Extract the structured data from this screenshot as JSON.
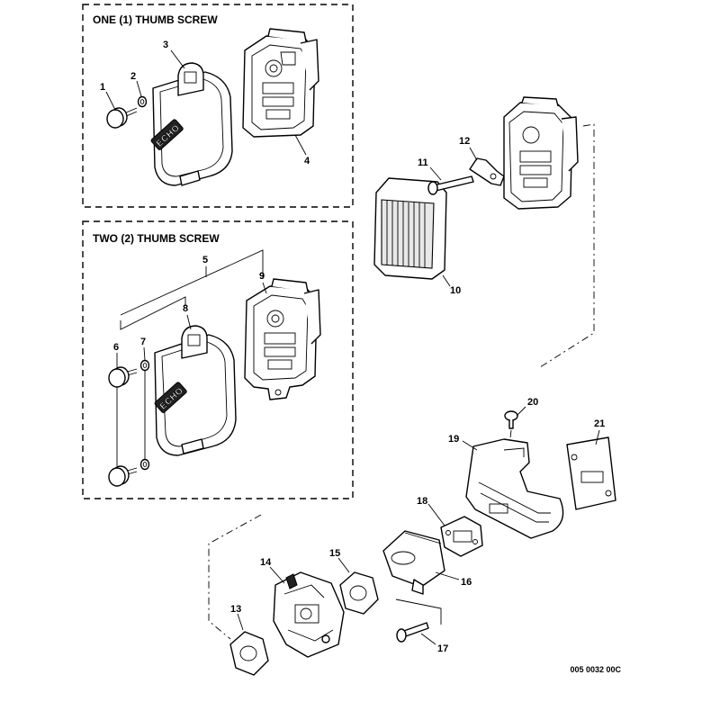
{
  "boxes": {
    "one_screw_title": "ONE (1) THUMB SCREW",
    "two_screw_title": "TWO (2) THUMB SCREW"
  },
  "brand_mark": "ECHO",
  "reference_code": "005 0032 00C",
  "callouts": {
    "c1": "1",
    "c2": "2",
    "c3": "3",
    "c4": "4",
    "c5": "5",
    "c6": "6",
    "c7": "7",
    "c8": "8",
    "c9": "9",
    "c10": "10",
    "c11": "11",
    "c12": "12",
    "c13": "13",
    "c14": "14",
    "c15": "15",
    "c16": "16",
    "c17": "17",
    "c18": "18",
    "c19": "19",
    "c20": "20",
    "c21": "21"
  }
}
